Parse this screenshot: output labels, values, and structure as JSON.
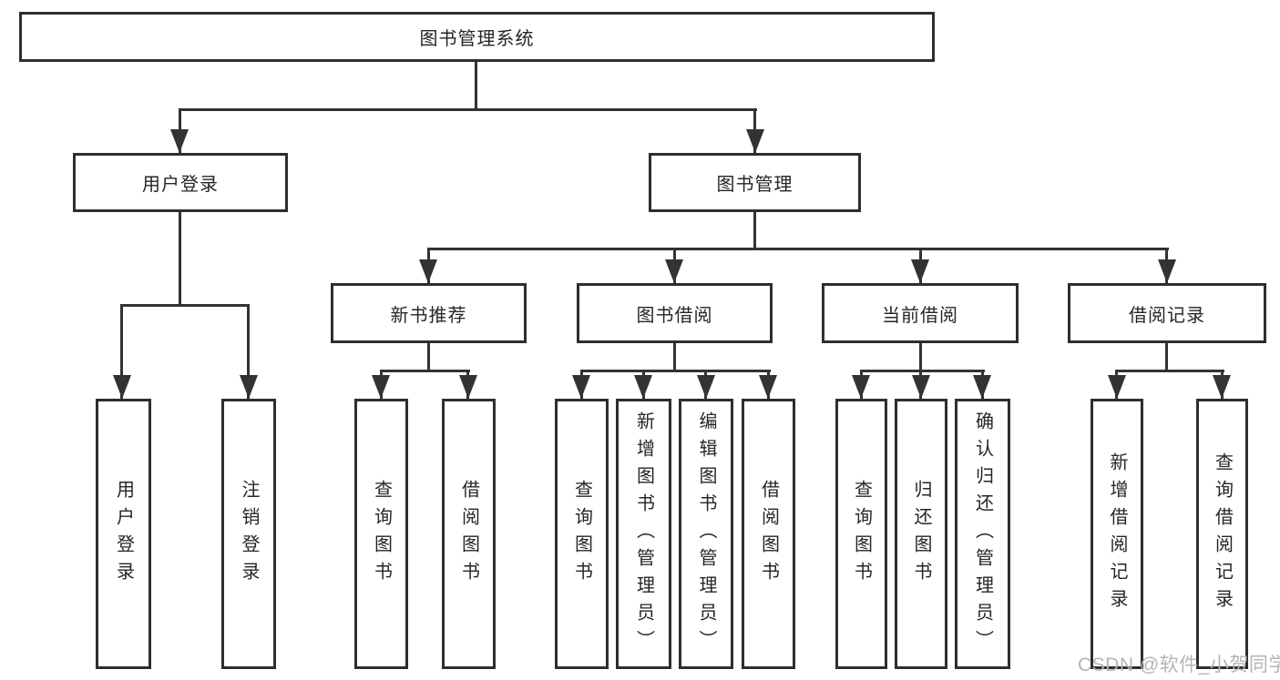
{
  "nodes": {
    "root": "图书管理系统",
    "login_branch": "用户登录",
    "mgmt_branch": "图书管理",
    "rec": "新书推荐",
    "borrow": "图书借阅",
    "current": "当前借阅",
    "records": "借阅记录",
    "user_login": "用户登录",
    "logout": "注销登录",
    "rec_query": "查询图书",
    "rec_borrow": "借阅图书",
    "bor_query": "查询图书",
    "bor_add": "新增图书（管理员）",
    "bor_edit": "编辑图书（管理员）",
    "bor_borrow": "借阅图书",
    "cur_query": "查询图书",
    "cur_return": "归还图书",
    "cur_confirm": "确认归还（管理员）",
    "rcd_add": "新增借阅记录",
    "rcd_query": "查询借阅记录"
  },
  "hierarchy": {
    "root": "图书管理系统",
    "children": [
      {
        "label": "用户登录",
        "children": [
          "用户登录",
          "注销登录"
        ]
      },
      {
        "label": "图书管理",
        "children": [
          {
            "label": "新书推荐",
            "children": [
              "查询图书",
              "借阅图书"
            ]
          },
          {
            "label": "图书借阅",
            "children": [
              "查询图书",
              "新增图书（管理员）",
              "编辑图书（管理员）",
              "借阅图书"
            ]
          },
          {
            "label": "当前借阅",
            "children": [
              "查询图书",
              "归还图书",
              "确认归还（管理员）"
            ]
          },
          {
            "label": "借阅记录",
            "children": [
              "新增借阅记录",
              "查询借阅记录"
            ]
          }
        ]
      }
    ]
  },
  "watermark": {
    "text": "CSDN @软件_小贺同学",
    "color": "#b5b5b5"
  },
  "colors": {
    "line": "#333333",
    "border": "#2e2e2e",
    "text": "#262626",
    "background": "#ffffff"
  }
}
